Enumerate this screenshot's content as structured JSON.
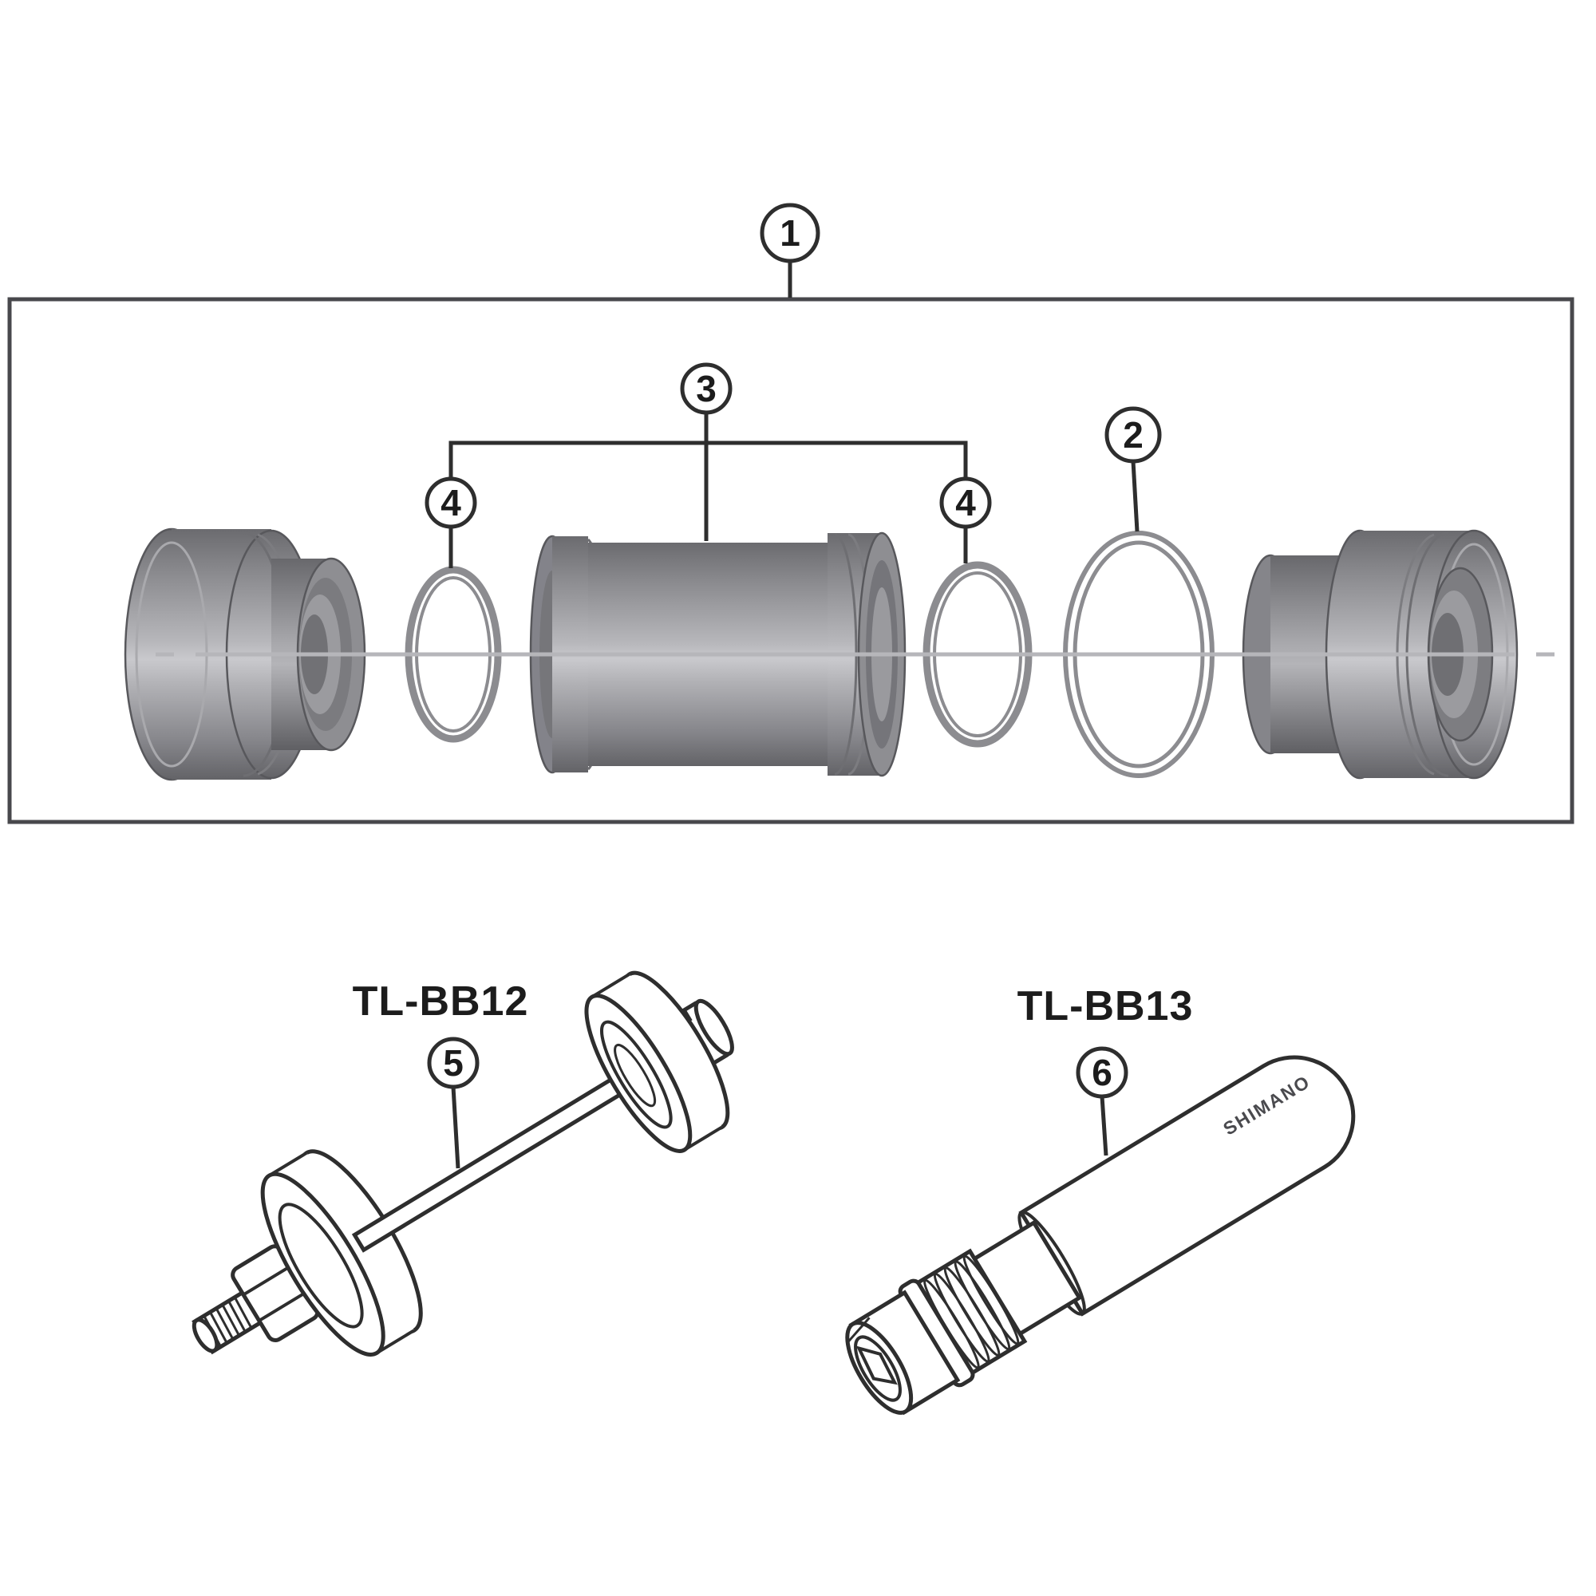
{
  "figure": {
    "type": "exploded-parts-diagram",
    "callouts": {
      "c1": "1",
      "c2": "2",
      "c3": "3",
      "c4": "4",
      "c5": "5",
      "c6": "6"
    },
    "labels": {
      "tool_left": "TL-BB12",
      "tool_right": "TL-BB13",
      "brand_marking": "SHIMANO"
    },
    "colors": {
      "line": "#2e2e2e",
      "box_border": "#48484c",
      "part_fill": "#97979b",
      "part_dark": "#717175",
      "part_edge": "#58585c",
      "oring": "#8c8c90",
      "centerline": "#b6b6ba",
      "background": "#ffffff",
      "text": "#1c1c1c"
    }
  }
}
